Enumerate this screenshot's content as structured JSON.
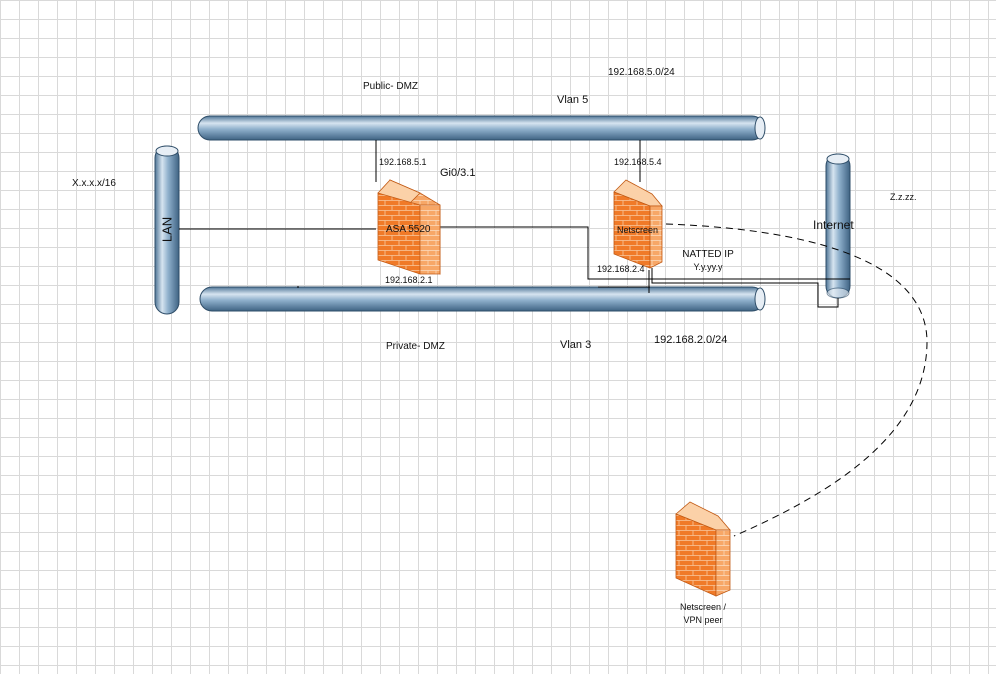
{
  "colors": {
    "pipe_light": "#d6e4f0",
    "pipe_mid": "#8fb0cc",
    "pipe_dark": "#4f7596",
    "firewall_front": "#f07a28",
    "firewall_side": "#f7b27a",
    "firewall_top": "#fbd1a8",
    "line": "#000000"
  },
  "labels": {
    "public_dmz": "Public- DMZ",
    "vlan5_subnet": "192.168.5.0/24",
    "vlan5": "Vlan 5",
    "lan_subnet": "X.x.x.x/16",
    "lan": "LAN",
    "asa_vlan5_ip": "192.168.5.1",
    "gi_port": "Gi0/3.1",
    "netscreen_vlan5_ip": "192.168.5.4",
    "internet_subnet": "Z.z.zz.",
    "internet": "Internet",
    "asa": "ASA 5520",
    "netscreen": "Netscreen",
    "natted_ip": "NATTED IP",
    "natted_value": "Y.y.yy.y",
    "netscreen_vlan3_ip": "192.168.2.4",
    "asa_vlan3_ip": "192.168.2.1",
    "private_dmz": "Private- DMZ",
    "vlan3": "Vlan 3",
    "vlan3_subnet": "192.168.2.0/24",
    "vpn_peer_line1": "Netscreen /",
    "vpn_peer_line2": "VPN peer"
  }
}
